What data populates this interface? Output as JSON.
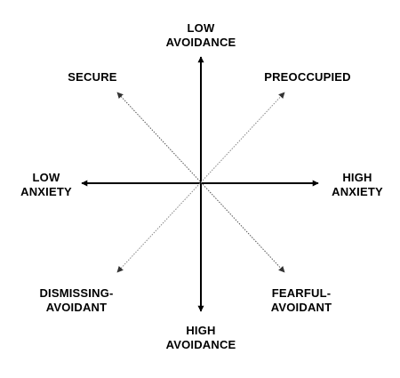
{
  "axes": {
    "top": [
      "LOW",
      "AVOIDANCE"
    ],
    "bottom": [
      "HIGH",
      "AVOIDANCE"
    ],
    "left": [
      "LOW",
      "ANXIETY"
    ],
    "right": [
      "HIGH",
      "ANXIETY"
    ]
  },
  "quadrants": {
    "top_left": [
      "SECURE"
    ],
    "top_right": [
      "PREOCCUPIED"
    ],
    "bottom_left": [
      "DISMISSING-",
      "AVOIDANT"
    ],
    "bottom_right": [
      "FEARFUL-",
      "AVOIDANT"
    ]
  },
  "colors": {
    "axis": "#000000",
    "diagonal": "#555555",
    "text": "#000000"
  }
}
